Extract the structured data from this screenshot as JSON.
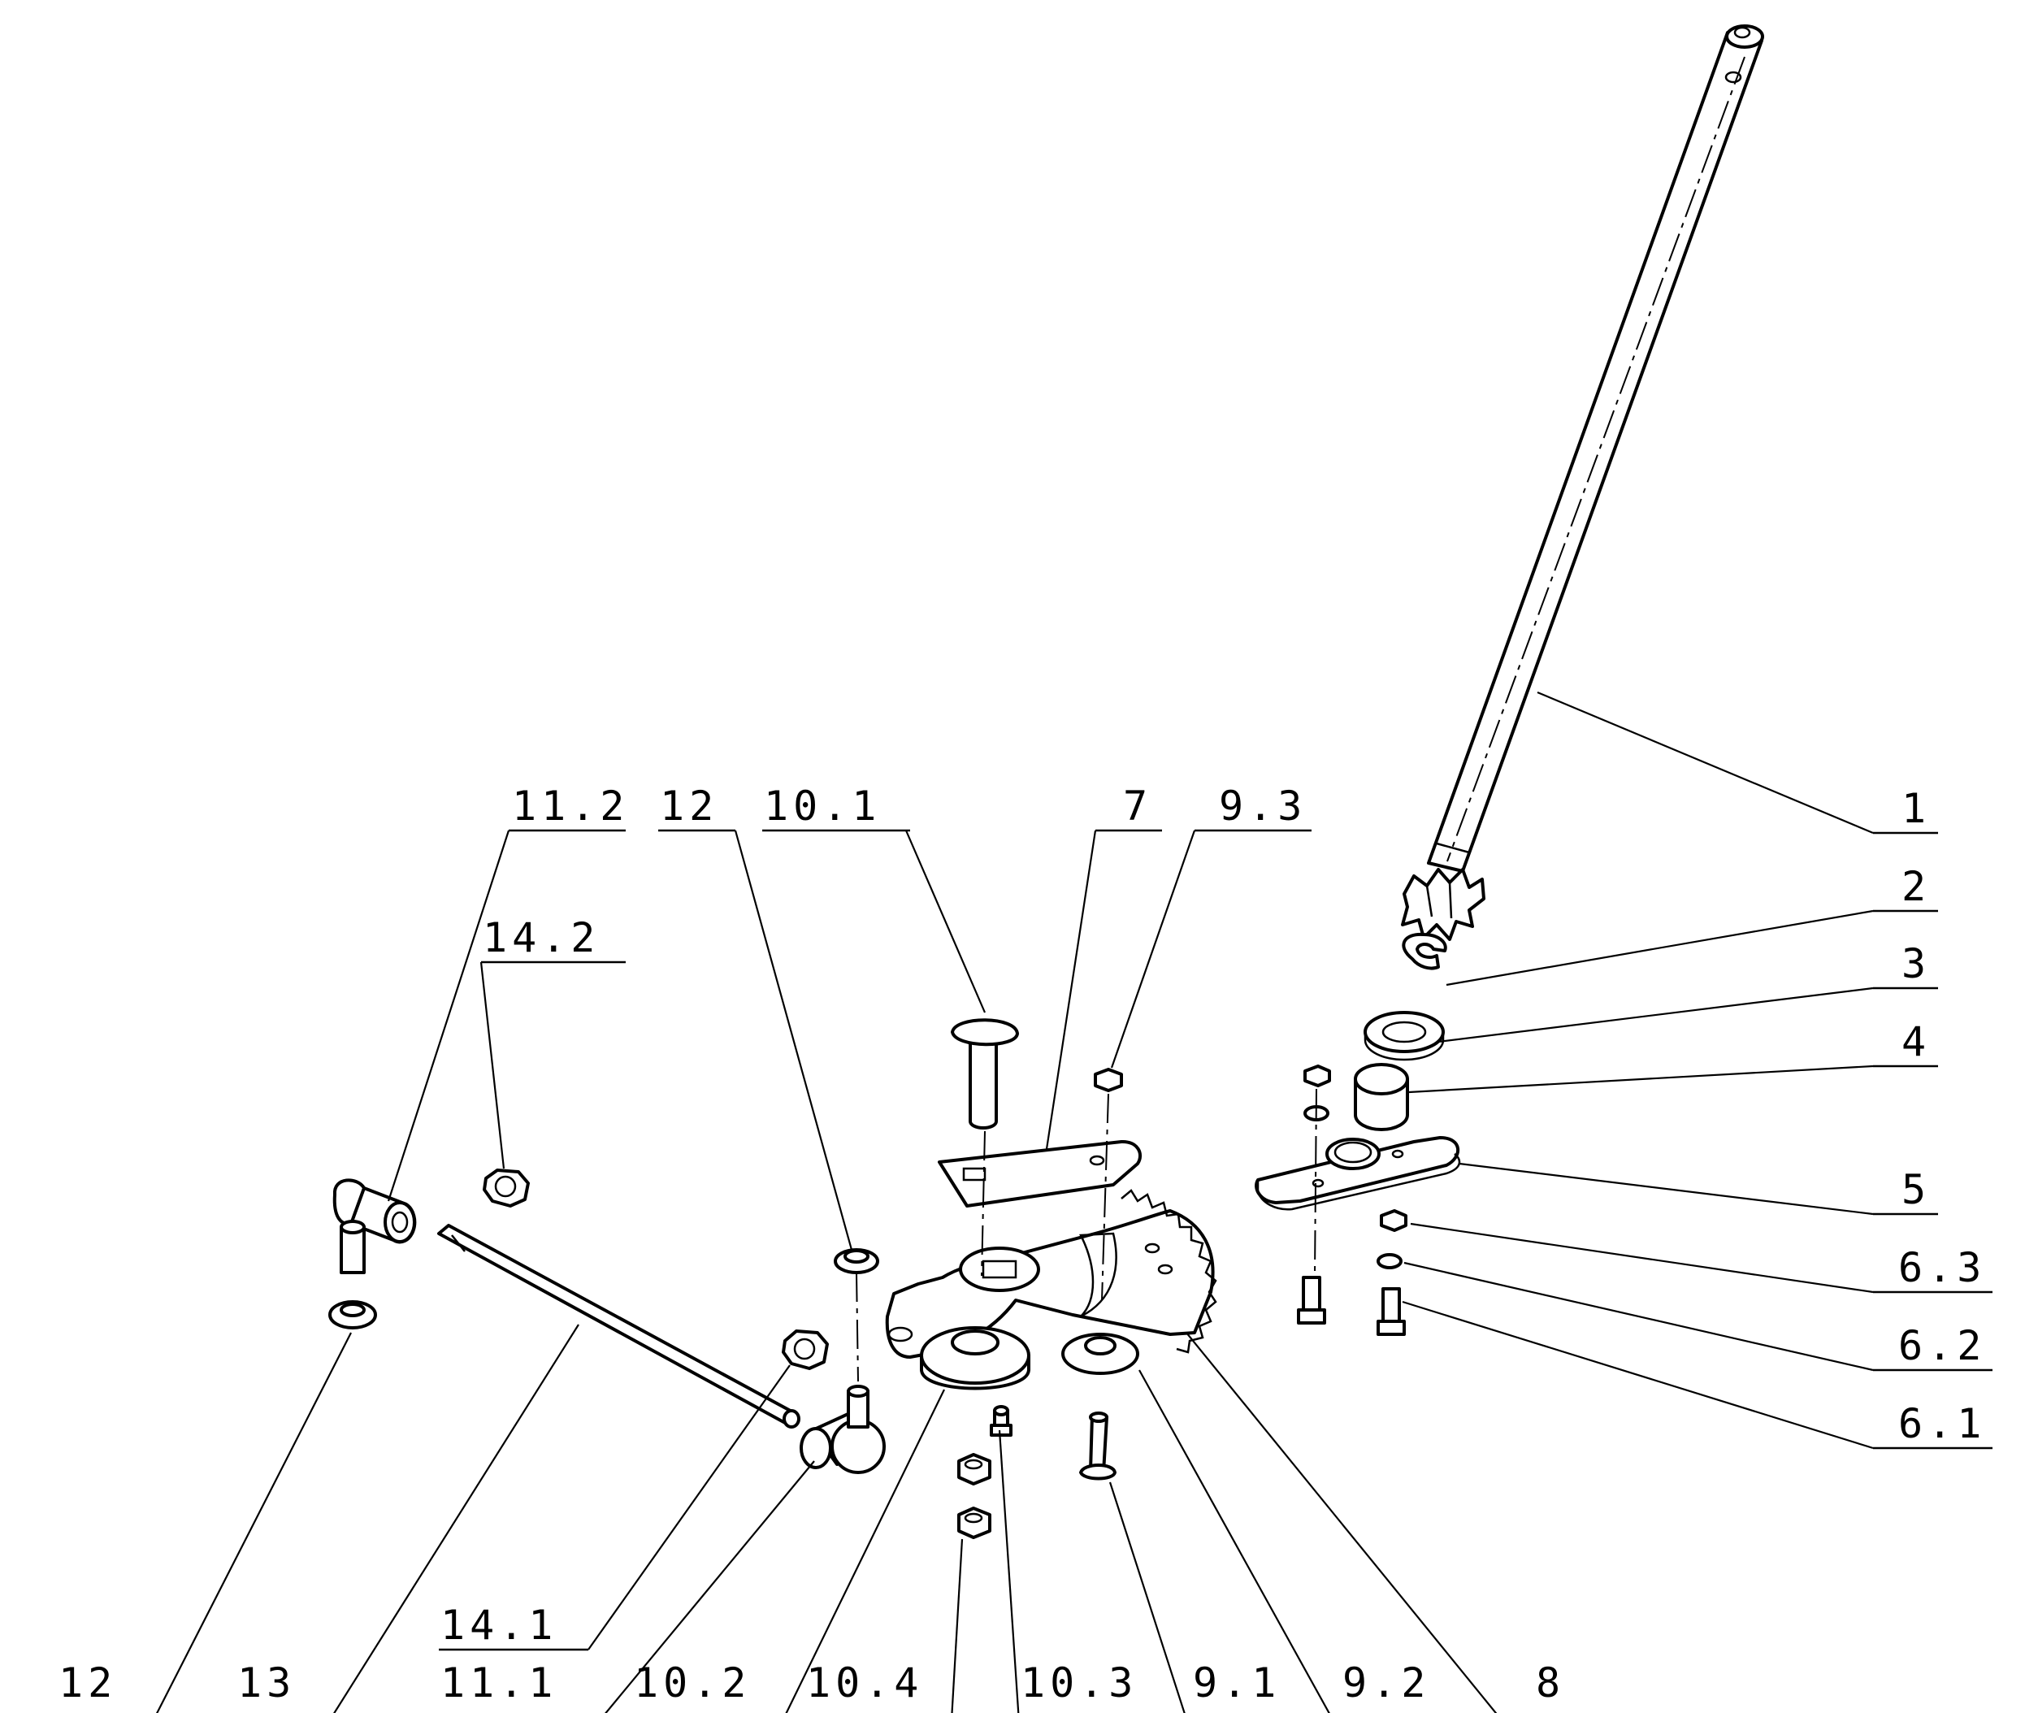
{
  "drawing": {
    "callouts": [
      {
        "id": "c-1",
        "text": "1"
      },
      {
        "id": "c-2",
        "text": "2"
      },
      {
        "id": "c-3",
        "text": "3"
      },
      {
        "id": "c-4",
        "text": "4"
      },
      {
        "id": "c-5",
        "text": "5"
      },
      {
        "id": "c-6-3",
        "text": "6.3"
      },
      {
        "id": "c-6-2",
        "text": "6.2"
      },
      {
        "id": "c-6-1",
        "text": "6.1"
      },
      {
        "id": "c-11-2",
        "text": "11.2"
      },
      {
        "id": "c-12-top",
        "text": "12"
      },
      {
        "id": "c-10-1",
        "text": "10.1"
      },
      {
        "id": "c-7",
        "text": "7"
      },
      {
        "id": "c-9-3",
        "text": "9.3"
      },
      {
        "id": "c-14-2",
        "text": "14.2"
      },
      {
        "id": "c-14-1",
        "text": "14.1"
      },
      {
        "id": "c-12-bottom",
        "text": "12"
      },
      {
        "id": "c-13",
        "text": "13"
      },
      {
        "id": "c-11-1",
        "text": "11.1"
      },
      {
        "id": "c-10-2",
        "text": "10.2"
      },
      {
        "id": "c-10-4",
        "text": "10.4"
      },
      {
        "id": "c-10-3",
        "text": "10.3"
      },
      {
        "id": "c-9-1",
        "text": "9.1"
      },
      {
        "id": "c-9-2",
        "text": "9.2"
      },
      {
        "id": "c-8",
        "text": "8"
      }
    ]
  },
  "colors": {
    "line": "#000000",
    "background": "#ffffff"
  }
}
